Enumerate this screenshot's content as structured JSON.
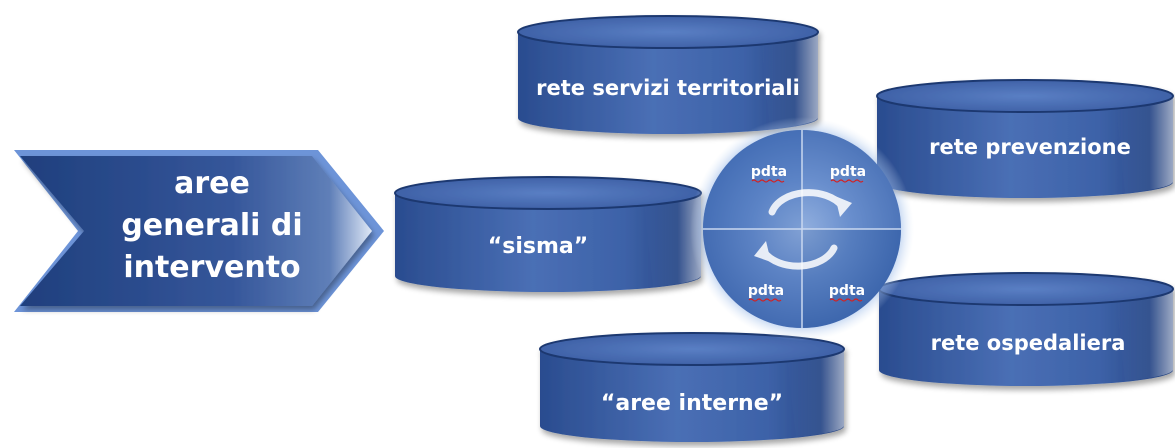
{
  "arrow": {
    "lines": [
      "aree",
      "generali di",
      "intervento"
    ]
  },
  "areas": {
    "territoriali": "rete servizi territoriali",
    "prevenzione": "rete prevenzione",
    "sisma": "“sisma”",
    "ospedaliera": "rete ospedaliera",
    "interne": "“aree interne”"
  },
  "hub": {
    "quadrants": [
      "pdta",
      "pdta",
      "pdta",
      "pdta"
    ],
    "cycle_icon": "cycle-arrows-icon"
  },
  "colors": {
    "cylinder_main": "#3a5fa6",
    "cylinder_dark": "#203d78",
    "cylinder_light": "#9fb8e2",
    "arrow_main": "#2f4f8f",
    "hub_glow": "#a8c7ec",
    "text": "#ffffff"
  }
}
